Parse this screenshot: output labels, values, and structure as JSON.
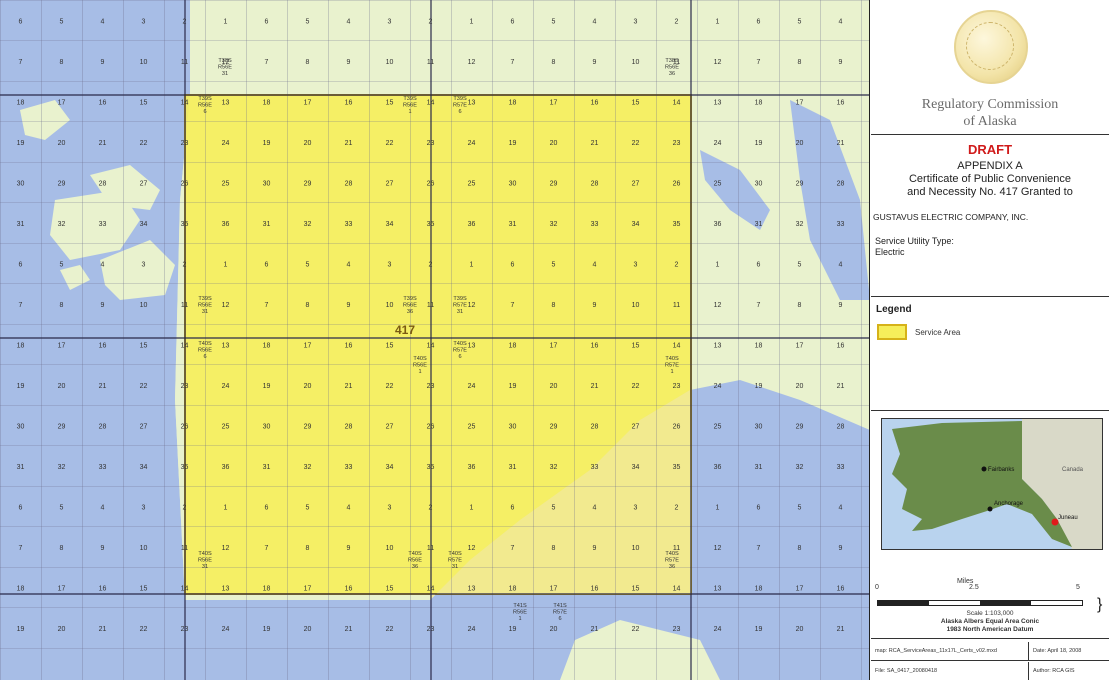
{
  "map": {
    "cpcn_label": "417",
    "colors": {
      "land": "#e9f2ce",
      "water": "#a7bde6",
      "service_area": "#f6ee5a",
      "service_area_border": "#d6b219",
      "grid_line": "#6a6a8a",
      "township_line": "#2a2a4a"
    },
    "section_numbers": [
      "6",
      "5",
      "4",
      "3",
      "2",
      "1",
      "7",
      "8",
      "9",
      "10",
      "11",
      "12",
      "18",
      "17",
      "16",
      "15",
      "14",
      "13",
      "19",
      "20",
      "21",
      "22",
      "23",
      "24",
      "30",
      "29",
      "28",
      "27",
      "26",
      "25",
      "31",
      "32",
      "33",
      "34",
      "35",
      "36"
    ],
    "township_labels": [
      "T39S R56E 6",
      "T39S R56E 1",
      "T39S R57E 6",
      "T39S R56E 31",
      "T39S R56E 36",
      "T39S R57E 31",
      "T40S R56E 6",
      "T40S R57E 6",
      "T40S R56E 1",
      "T40S R57E 1",
      "T40S R56E 31",
      "T40S R56E 36",
      "T40S R57E 31",
      "T40S R57E 36",
      "T41S R56E 1",
      "T41S R57E 6",
      "T38S R56E 31",
      "T38S R56E 36"
    ]
  },
  "panel": {
    "commission_line1": "Regulatory Commission",
    "commission_line2": "of Alaska",
    "draft": "DRAFT",
    "appendix": "APPENDIX A",
    "cert_line1": "Certificate of Public Convenience",
    "cert_line2": "and Necessity No. 417 Granted to",
    "company": "GUSTAVUS ELECTRIC COMPANY, INC.",
    "service_type_label": "Service Utility Type:",
    "service_type_value": "Electric",
    "legend_title": "Legend",
    "legend_item": "Service Area",
    "inset": {
      "cities": [
        "Fairbanks",
        "Anchorage",
        "Juneau"
      ],
      "region_label": "Canada",
      "colors": {
        "land": "#6a8c4a",
        "water": "#b9d3ee",
        "canada": "#d9d9c8",
        "city_dot": "#111111",
        "location_dot": "#e01a1a"
      }
    },
    "scale": {
      "miles_label": "Miles",
      "ticks": [
        "0",
        "2.5",
        "5"
      ],
      "scale_text": "Scale 1:103,000",
      "projection_line1": "Alaska Albers Equal Area Conic",
      "projection_line2": "1983 North American Datum"
    },
    "footer": {
      "map_file": "map: RCA_ServiceAreas_11x17L_Certs_v02.mxd",
      "date": "Date: April 18, 2008",
      "file": "File: SA_0417_20080418",
      "author": "Author: RCA GIS"
    }
  }
}
